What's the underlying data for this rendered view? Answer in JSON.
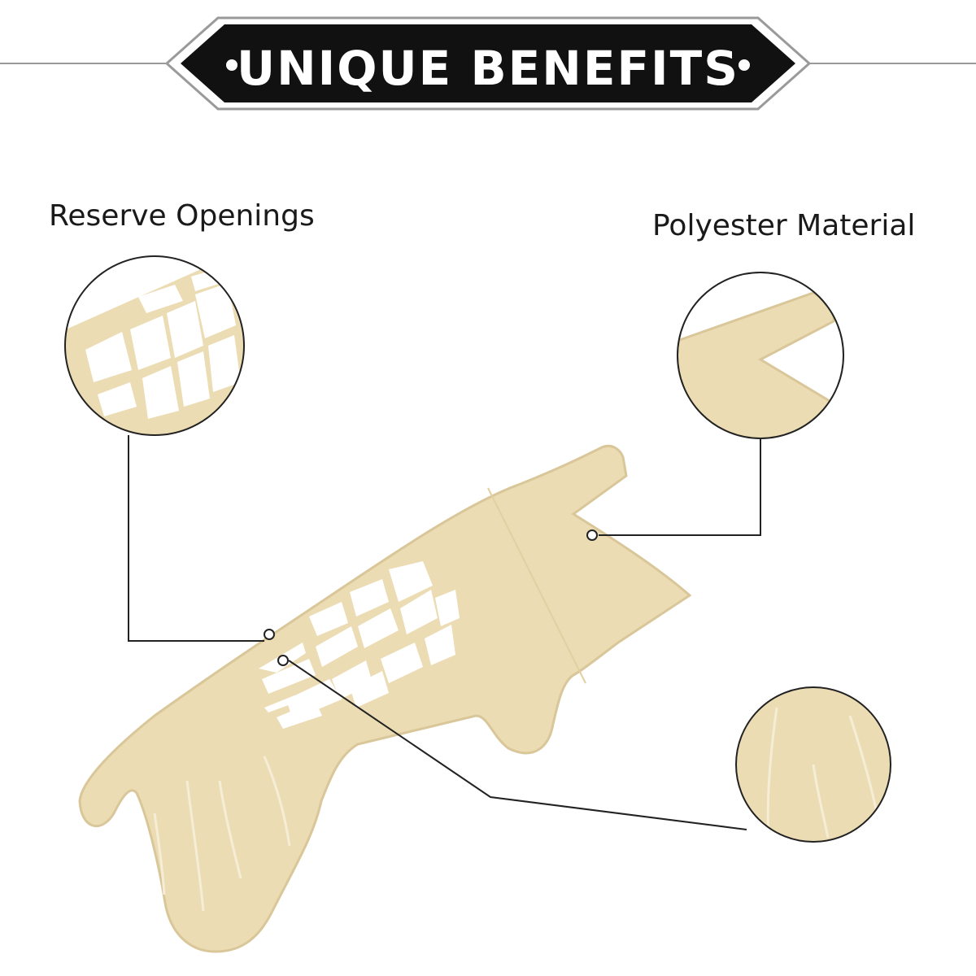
{
  "banner": {
    "title": "UNIQUE BENEFITS"
  },
  "callouts": {
    "reserve_openings": "Reserve Openings",
    "polyester_material": "Polyester Material"
  },
  "colors": {
    "banner_fill": "#111111",
    "banner_outline": "#9a9a9a",
    "mat_fill": "#ecdcb3",
    "mat_edge": "#d9c79a",
    "line": "#222222"
  }
}
